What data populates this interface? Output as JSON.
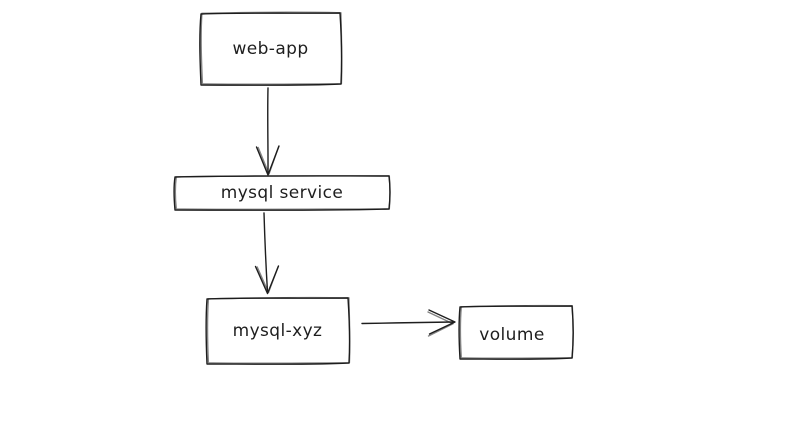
{
  "diagram": {
    "style": "hand-drawn flowchart",
    "colors": {
      "stroke": "#1e1e1e",
      "background": "#ffffff"
    },
    "nodes": [
      {
        "id": "web-app",
        "label": "web-app",
        "shape": "rectangle"
      },
      {
        "id": "mysql-service",
        "label": "mysql service",
        "shape": "rectangle"
      },
      {
        "id": "mysql-xyz",
        "label": "mysql-xyz",
        "shape": "rectangle"
      },
      {
        "id": "volume",
        "label": "volume",
        "shape": "rectangle"
      }
    ],
    "edges": [
      {
        "from": "web-app",
        "to": "mysql-service",
        "type": "arrow",
        "direction": "down"
      },
      {
        "from": "mysql-service",
        "to": "mysql-xyz",
        "type": "arrow",
        "direction": "down"
      },
      {
        "from": "mysql-xyz",
        "to": "volume",
        "type": "arrow",
        "direction": "right"
      }
    ]
  }
}
